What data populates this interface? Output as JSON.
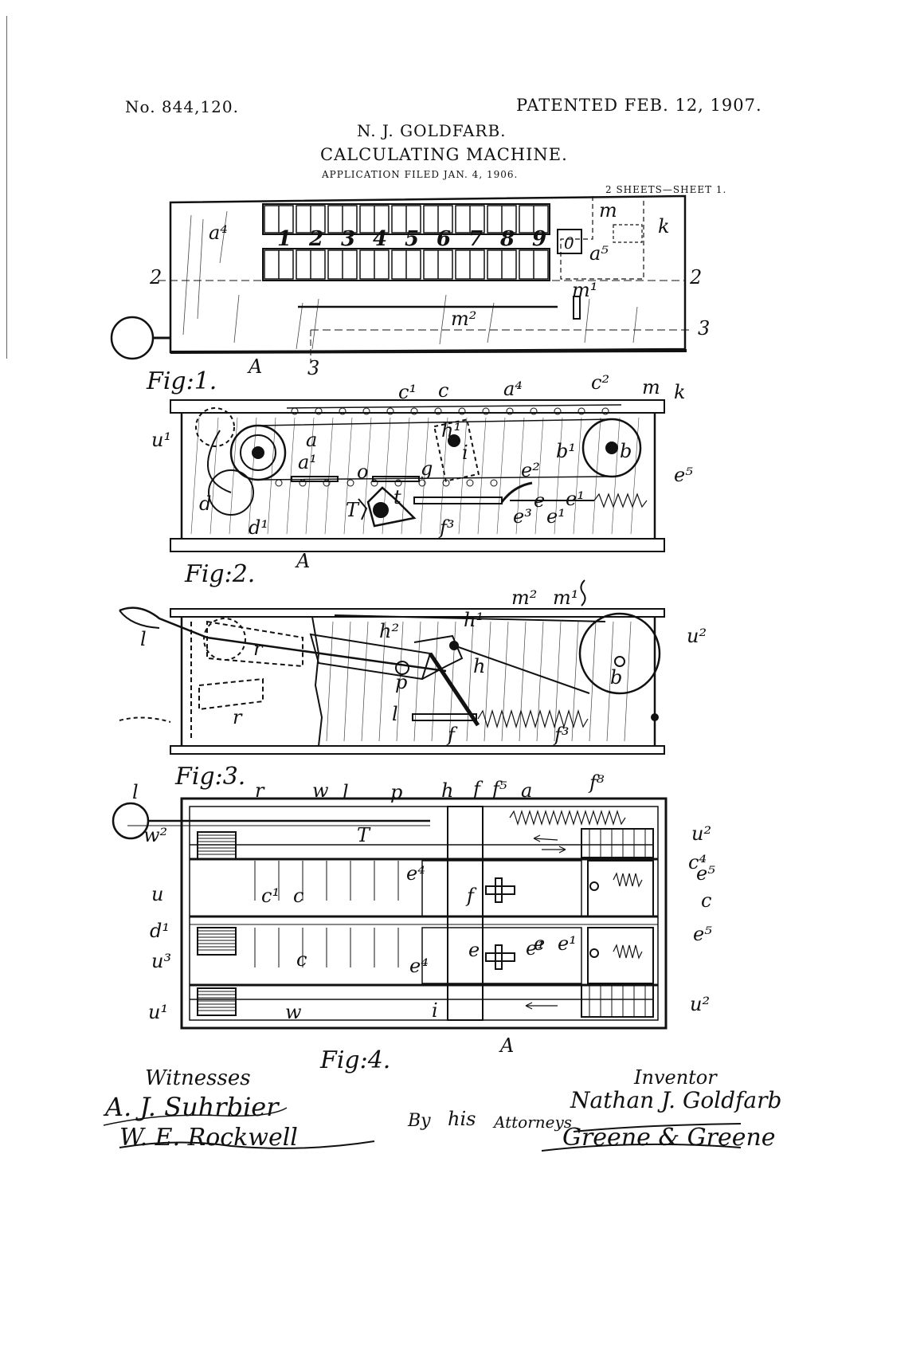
{
  "header": {
    "patent_no": "No. 844,120.",
    "patented": "PATENTED FEB. 12, 1907.",
    "inventor_name": "N. J. GOLDFARB.",
    "title": "CALCULATING MACHINE.",
    "application": "APPLICATION FILED JAN. 4, 1906.",
    "sheets": "2 SHEETS—SHEET 1."
  },
  "figures": {
    "fig1": "Fig:1.",
    "fig2": "Fig:2.",
    "fig3": "Fig:3.",
    "fig4": "Fig:4."
  },
  "digits": [
    "1",
    "2",
    "3",
    "4",
    "5",
    "6",
    "7",
    "8",
    "9"
  ],
  "zero_digit": "0",
  "labels": {
    "fig1": [
      "a⁴",
      "a⁵",
      "k",
      "m",
      "m¹",
      "m²",
      "2",
      "2",
      "3",
      "3",
      "A"
    ],
    "fig2": [
      "c¹",
      "c",
      "a⁴",
      "c²",
      "m",
      "k",
      "u¹",
      "a",
      "a¹",
      "h¹",
      "i",
      "b¹",
      "b",
      "e²",
      "e⁵",
      "g",
      "o",
      "T",
      "t",
      "e",
      "e¹",
      "e³",
      "e¹",
      "f³",
      "d",
      "d¹",
      "A"
    ],
    "fig3": [
      "m²",
      "m¹",
      "r",
      "l",
      "h²",
      "h¹",
      "h",
      "u²",
      "b",
      "p",
      "l",
      "r",
      "f",
      "f³"
    ],
    "fig4": [
      "l",
      "r",
      "w",
      "l",
      "p",
      "h",
      "f",
      "f⁵",
      "a",
      "f⁸",
      "w²",
      "T",
      "u²",
      "c⁴",
      "e⁵",
      "u",
      "c¹",
      "c",
      "e⁴",
      "f",
      "e",
      "e¹",
      "c",
      "d¹",
      "u³",
      "c",
      "e",
      "e¹",
      "e⁵",
      "e⁴",
      "u¹",
      "w",
      "i",
      "u²",
      "A"
    ]
  },
  "footer": {
    "witnesses_label": "Witnesses",
    "inventor_label": "Inventor",
    "inventor_signature": "Nathan J. Goldfarb",
    "by_label": "By",
    "his_label": "his",
    "attorneys_label": "Attorneys",
    "witness1_signature": "A. J. Suhrbier",
    "witness2_signature": "W. E. Rockwell",
    "attorney_signature": "Greene & Greene"
  }
}
